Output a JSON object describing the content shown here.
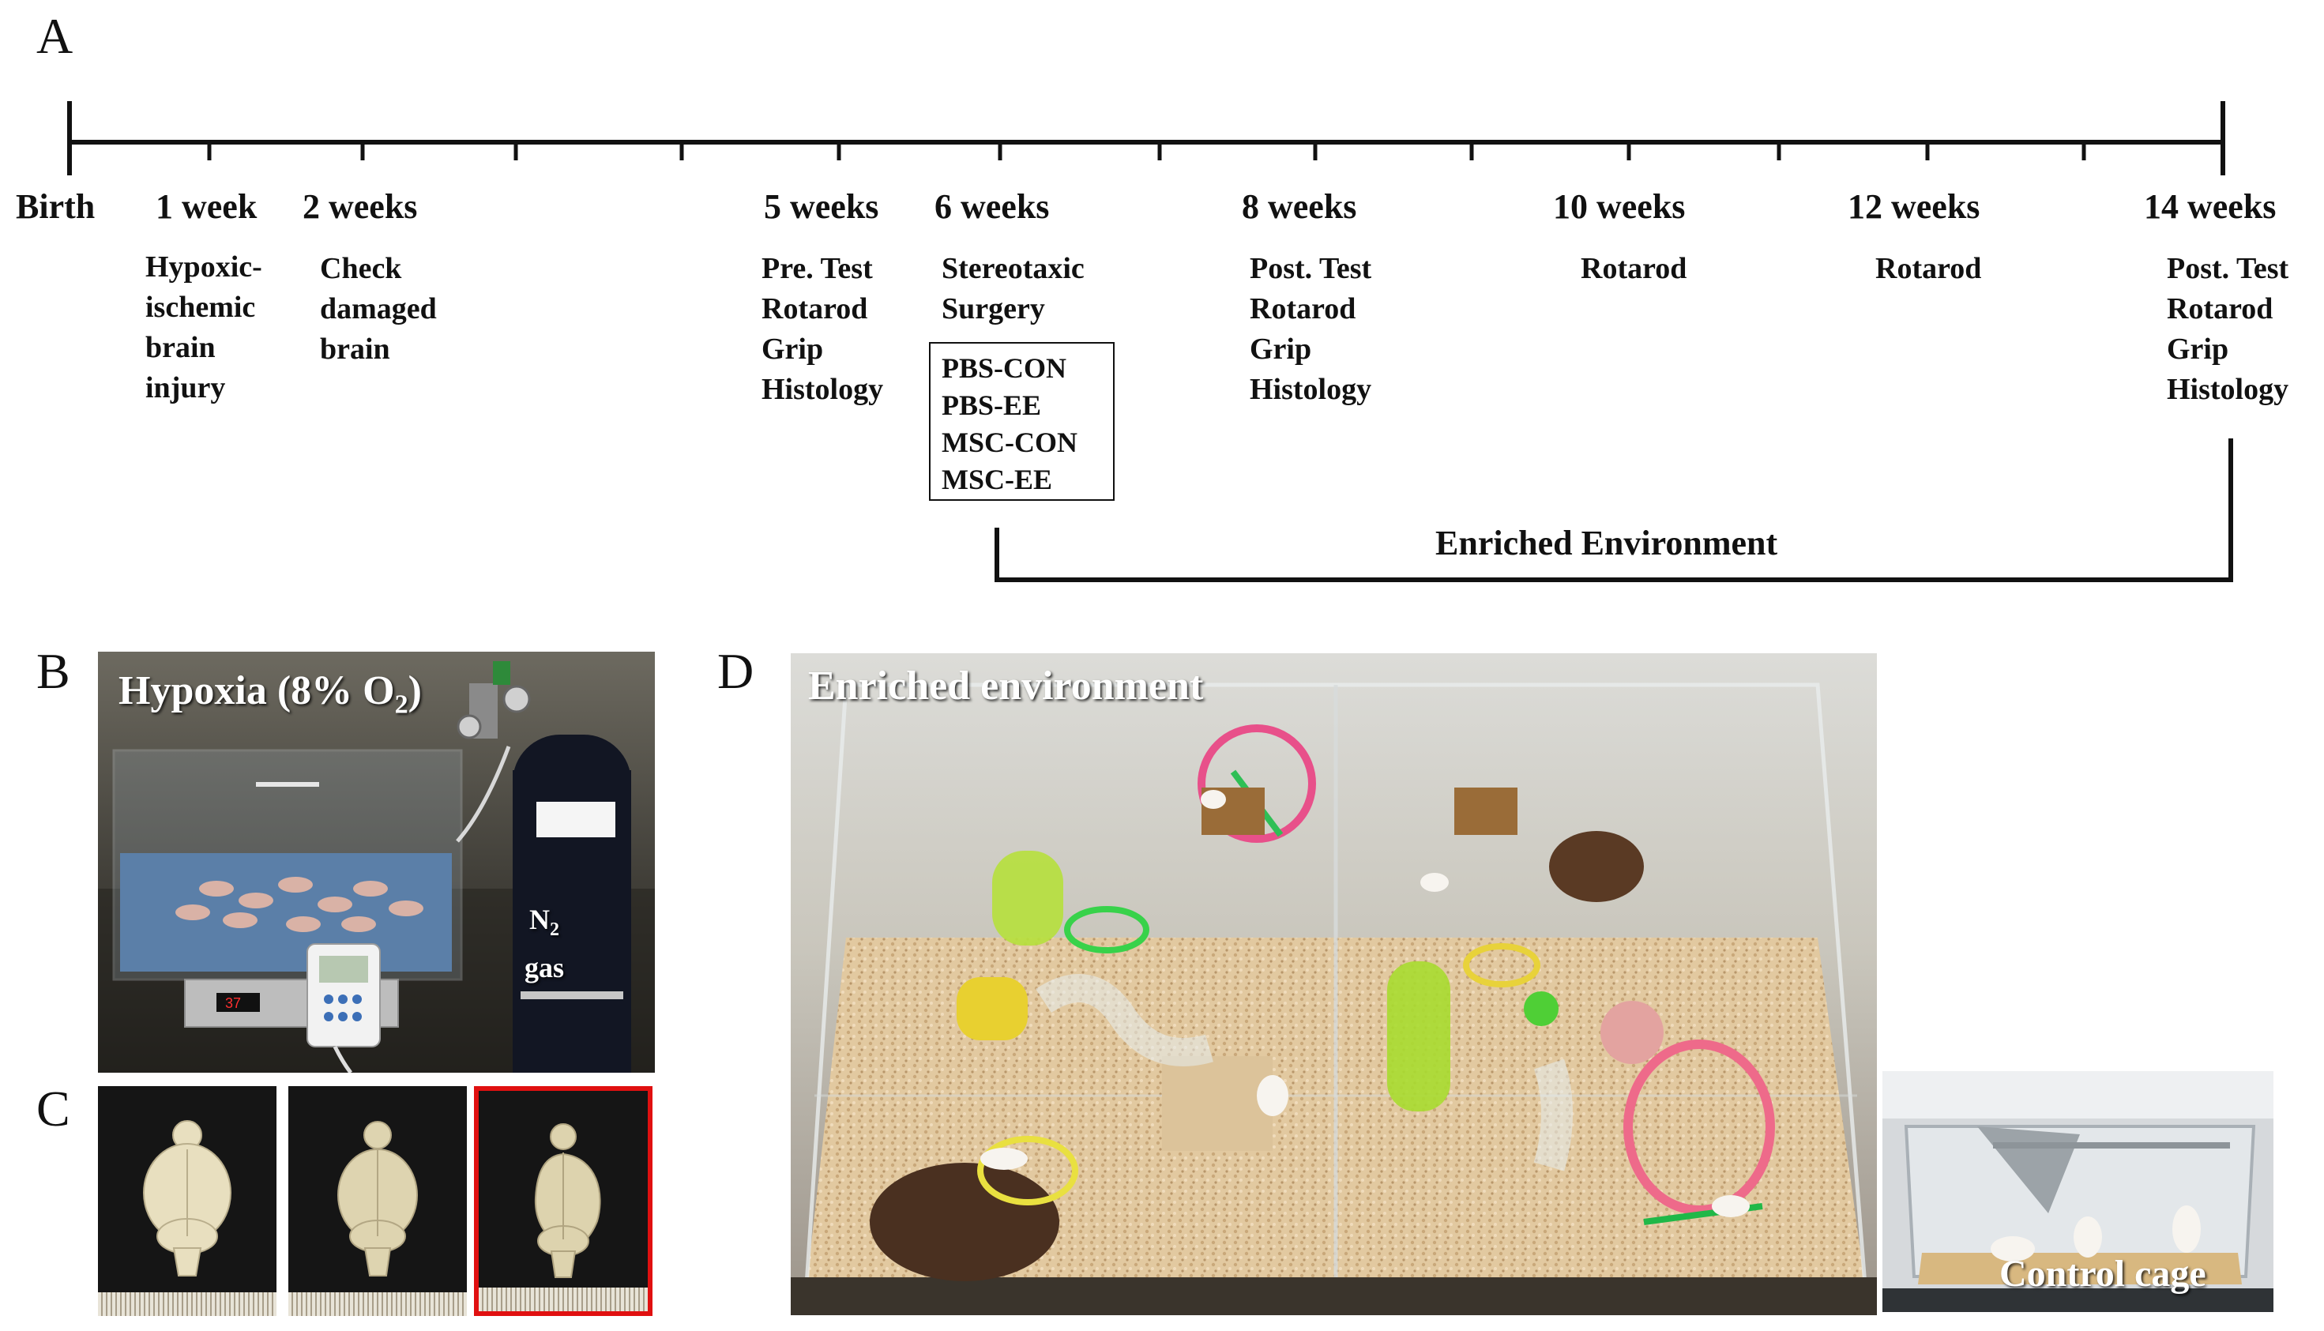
{
  "panel_a": {
    "label": "A",
    "timepoints": [
      {
        "label": "Birth",
        "events": []
      },
      {
        "label": "1 week",
        "events": [
          "Hypoxic-",
          "ischemic",
          "brain",
          "injury"
        ]
      },
      {
        "label": "2 weeks",
        "events": [
          "Check",
          "damaged",
          "brain"
        ]
      },
      {
        "label": "5 weeks",
        "events": [
          "Pre. Test",
          "Rotarod",
          "Grip",
          "Histology"
        ]
      },
      {
        "label": "6 weeks",
        "events": [
          "Stereotaxic",
          "Surgery"
        ]
      },
      {
        "label": "8 weeks",
        "events": [
          "Post. Test",
          "Rotarod",
          "Grip",
          "Histology"
        ]
      },
      {
        "label": "10 weeks",
        "events": [
          "Rotarod"
        ]
      },
      {
        "label": "12 weeks",
        "events": [
          "Rotarod"
        ]
      },
      {
        "label": "14 weeks",
        "events": [
          "Post. Test",
          "Rotarod",
          "Grip",
          "Histology"
        ]
      }
    ],
    "groups": [
      "PBS-CON",
      "PBS-EE",
      "MSC-CON",
      "MSC-EE"
    ],
    "bracket_label": "Enriched Environment"
  },
  "panel_b": {
    "label": "B",
    "title_prefix": "Hypoxia (8% O",
    "title_sub": "2",
    "title_suffix": ")",
    "gas_symbol": "N",
    "gas_sub": "2",
    "gas_word": "gas",
    "display_value": "37"
  },
  "panel_c": {
    "label": "C"
  },
  "panel_d": {
    "label": "D",
    "title": "Enriched environment",
    "inset_title": "Control cage"
  },
  "colors": {
    "highlight_border": "#e01010",
    "photo_text": "#ffffff",
    "timeline": "#111111"
  }
}
